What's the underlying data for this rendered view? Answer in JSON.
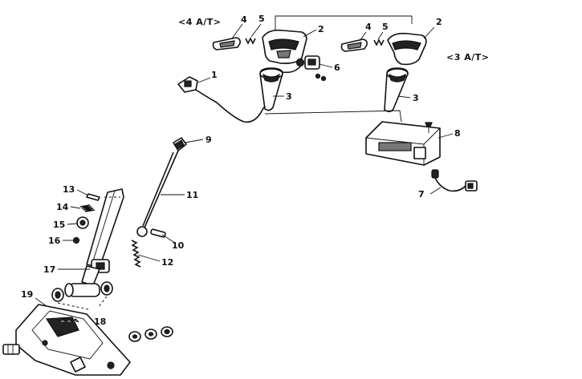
{
  "variants": {
    "four_at": "<4 A/T>",
    "three_at": "<3 A/T>"
  },
  "callouts": {
    "c1": "1",
    "c2a": "2",
    "c2b": "2",
    "c3a": "3",
    "c3b": "3",
    "c4a": "4",
    "c4b": "4",
    "c5a": "5",
    "c5b": "5",
    "c6": "6",
    "c7": "7",
    "c8": "8",
    "c9": "9",
    "c10": "10",
    "c11": "11",
    "c12": "12",
    "c13": "13",
    "c14": "14",
    "c15": "15",
    "c16": "16",
    "c17": "17",
    "c18": "18",
    "c19": "19"
  }
}
